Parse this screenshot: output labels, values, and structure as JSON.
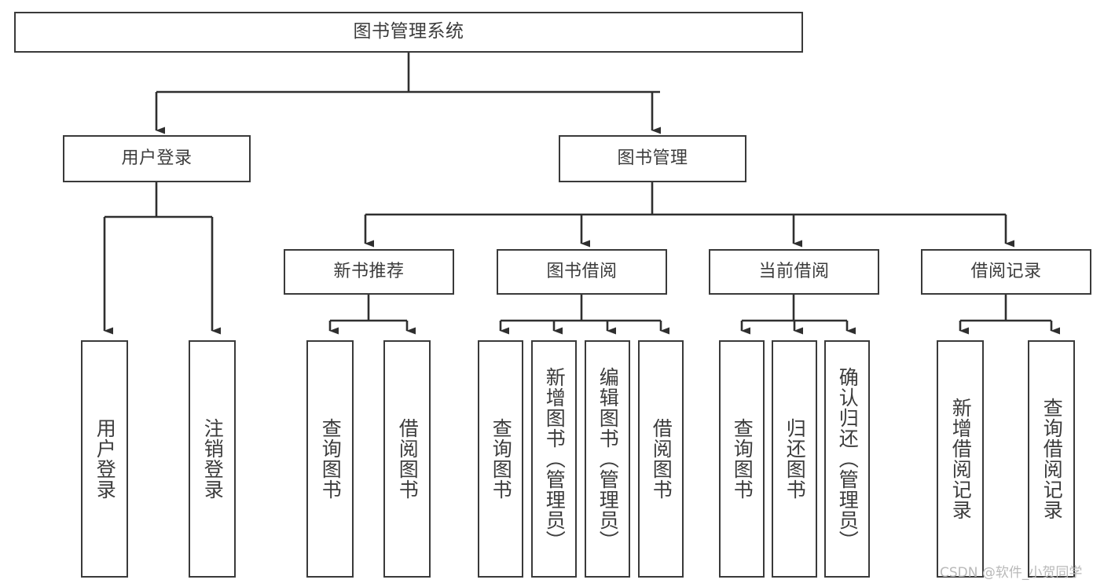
{
  "diagram": {
    "title": "图书管理系统",
    "type": "hierarchy-tree",
    "background_color": "#ffffff",
    "border_color": "#3a3a3a",
    "text_color": "#3c3c3c",
    "root": {
      "label": "图书管理系统"
    },
    "level2": [
      {
        "label": "用户登录"
      },
      {
        "label": "图书管理"
      }
    ],
    "level3": [
      {
        "label": "新书推荐"
      },
      {
        "label": "图书借阅"
      },
      {
        "label": "当前借阅"
      },
      {
        "label": "借阅记录"
      }
    ],
    "leaves": {
      "user_login": [
        {
          "label": "用户登录"
        },
        {
          "label": "注销登录"
        }
      ],
      "new_book": [
        {
          "label": "查询图书"
        },
        {
          "label": "借阅图书"
        }
      ],
      "book_borrow": [
        {
          "label": "查询图书"
        },
        {
          "label": "新增图书（管理员）"
        },
        {
          "label": "编辑图书（管理员）"
        },
        {
          "label": "借阅图书"
        }
      ],
      "current_borrow": [
        {
          "label": "查询图书"
        },
        {
          "label": "归还图书"
        },
        {
          "label": "确认归还（管理员）"
        }
      ],
      "borrow_record": [
        {
          "label": "新增借阅记录"
        },
        {
          "label": "查询借阅记录"
        }
      ]
    }
  },
  "watermark": {
    "text": "CSDN @软件_小贺同学"
  }
}
